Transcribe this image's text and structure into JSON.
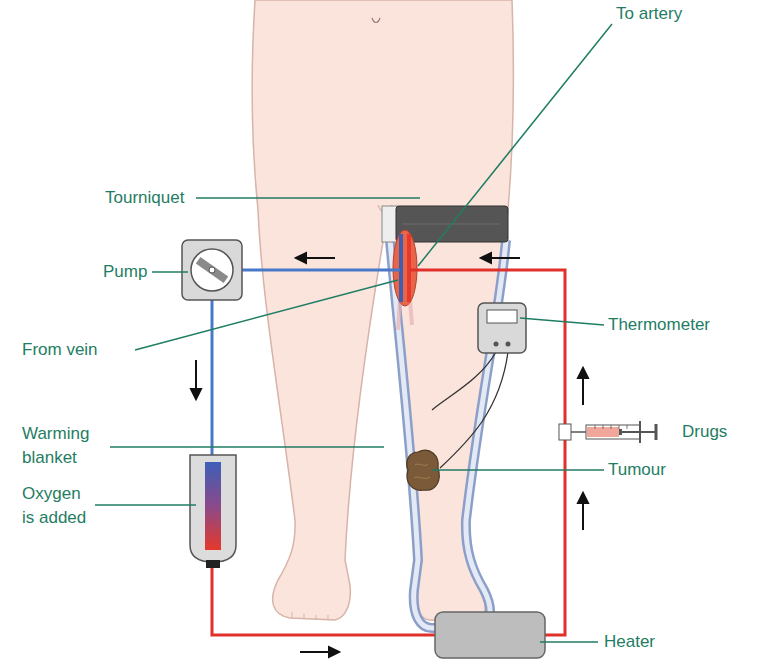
{
  "diagram": {
    "labels": [
      "To artery",
      "Tourniquet",
      "Pump",
      "Thermometer",
      "From vein",
      "Drugs",
      "Warming blanket",
      "Tumour",
      "Oxygen is added",
      "Heater"
    ]
  }
}
